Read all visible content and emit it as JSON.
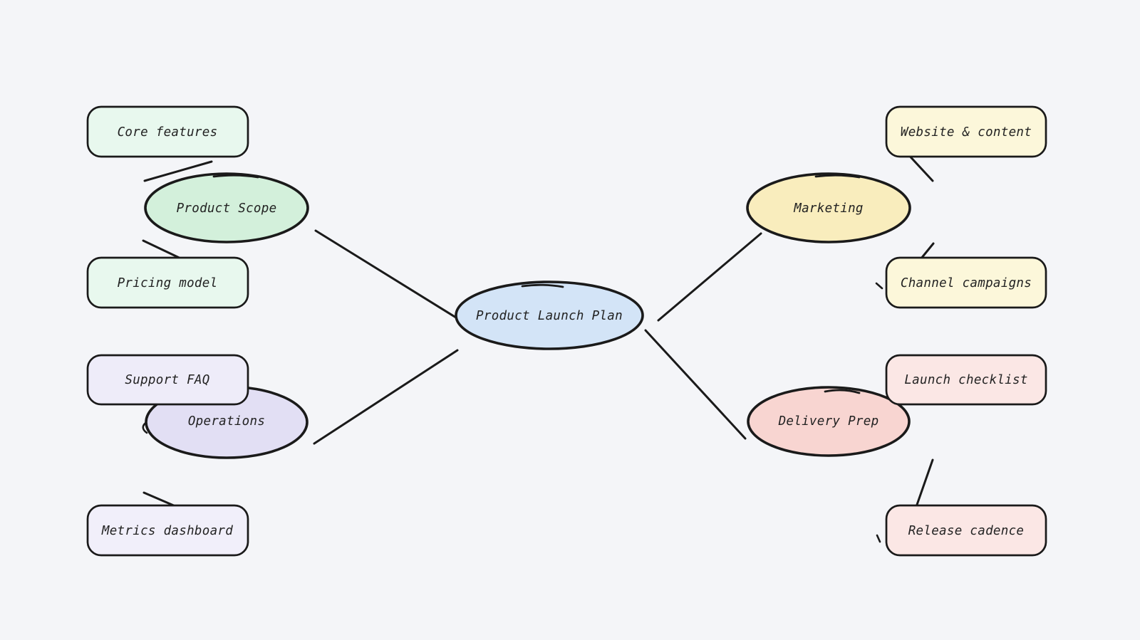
{
  "canvas": {
    "background": "#f4f5f8",
    "stroke": "#1a1a1a",
    "text_color": "#222222"
  },
  "central": {
    "label": "Product Launch Plan",
    "fill": "#d3e4f7"
  },
  "branches": [
    {
      "id": "product-scope",
      "label": "Product Scope",
      "fill": "#d3f0db",
      "children": [
        {
          "id": "core-features",
          "label": "Core features",
          "fill": "#e8f8ee"
        },
        {
          "id": "pricing-model",
          "label": "Pricing model",
          "fill": "#e8f8ee"
        }
      ]
    },
    {
      "id": "marketing",
      "label": "Marketing",
      "fill": "#f9edbd",
      "children": [
        {
          "id": "website-content",
          "label": "Website & content",
          "fill": "#fcf7da"
        },
        {
          "id": "channel-campaigns",
          "label": "Channel campaigns",
          "fill": "#fcf7da"
        }
      ]
    },
    {
      "id": "operations",
      "label": "Operations",
      "fill": "#e2dff4",
      "children": [
        {
          "id": "support-faq",
          "label": "Support FAQ",
          "fill": "#eeecf9"
        },
        {
          "id": "metrics-dashboard",
          "label": "Metrics dashboard",
          "fill": "#f1effa"
        }
      ]
    },
    {
      "id": "delivery-prep",
      "label": "Delivery Prep",
      "fill": "#f8d5d1",
      "children": [
        {
          "id": "launch-checklist",
          "label": "Launch checklist",
          "fill": "#fbe7e5"
        },
        {
          "id": "release-cadence",
          "label": "Release cadence",
          "fill": "#fbe7e5"
        }
      ]
    }
  ]
}
